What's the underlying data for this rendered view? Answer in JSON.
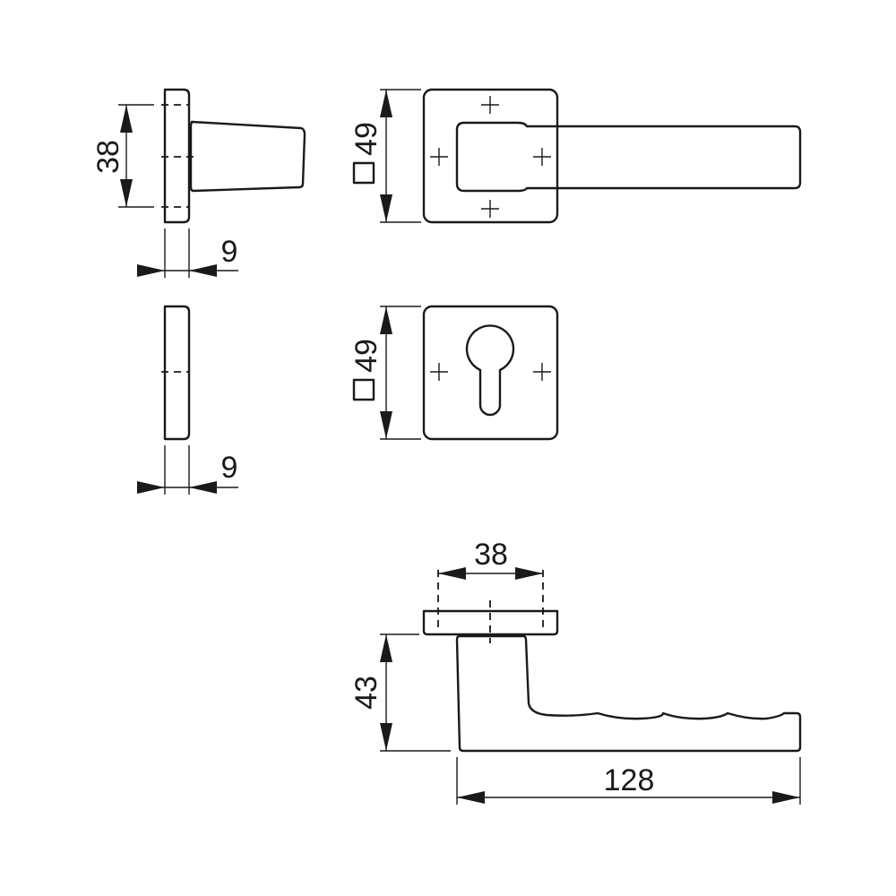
{
  "title": "Lever handle on square rose with profile cylinder escutcheon - dimension drawing",
  "dimensions": {
    "rose_side_height": "38",
    "rose_side_thickness": "9",
    "rose_front_size": "49",
    "escutcheon_side_thickness": "9",
    "escutcheon_front_size": "49",
    "rose_bottom_width": "38",
    "lever_height": "43",
    "lever_length": "128"
  },
  "colors": {
    "line": "#1a1a1a",
    "background": "#ffffff"
  }
}
